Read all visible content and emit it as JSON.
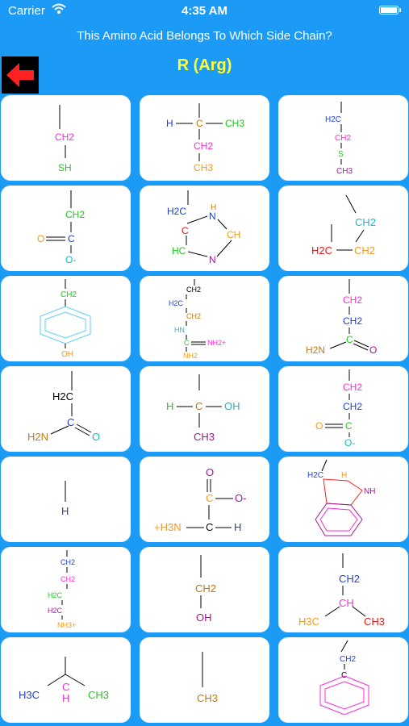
{
  "status_bar": {
    "carrier": "Carrier",
    "time": "4:35 AM",
    "battery_level": 1.0
  },
  "header": {
    "question": "This Amino Acid Belongs To Which Side Chain?",
    "target_label": "R (Arg)"
  },
  "colors": {
    "background": "#1b9bf5",
    "target_text": "#ffff33",
    "back_arrow": "#ff2222"
  },
  "icons": {
    "wifi": "wifi-icon",
    "battery": "battery-icon",
    "back": "back-arrow-icon"
  },
  "cards": [
    {
      "labels": [
        "CH2",
        "SH"
      ]
    },
    {
      "labels": [
        "H",
        "C",
        "CH3",
        "CH2",
        "CH3"
      ]
    },
    {
      "labels": [
        "H2C",
        "CH2",
        "S",
        "CH3"
      ]
    },
    {
      "labels": [
        "CH2",
        "O",
        "C",
        "O-"
      ]
    },
    {
      "labels": [
        "H2C",
        "H",
        "N",
        "C",
        "CH",
        "HC",
        "N"
      ]
    },
    {
      "labels": [
        "CH2",
        "H2C",
        "CH2"
      ]
    },
    {
      "labels": [
        "CH2",
        "OH"
      ]
    },
    {
      "labels": [
        "CH2",
        "H2C",
        "CH2",
        "HN",
        "C",
        "NH2+",
        "NH2"
      ]
    },
    {
      "labels": [
        "CH2",
        "CH2",
        "C",
        "H2N",
        "O"
      ]
    },
    {
      "labels": [
        "H2C",
        "C",
        "H2N",
        "O"
      ]
    },
    {
      "labels": [
        "H",
        "C",
        "OH",
        "CH3"
      ]
    },
    {
      "labels": [
        "CH2",
        "CH2",
        "O",
        "C",
        "O-"
      ]
    },
    {
      "labels": [
        "H"
      ]
    },
    {
      "labels": [
        "O",
        "C",
        "O-",
        "+H3N",
        "C",
        "H"
      ]
    },
    {
      "labels": [
        "H2C",
        "H",
        "NH"
      ]
    },
    {
      "labels": [
        "CH2",
        "CH2",
        "H2C",
        "H2C",
        "NH3+"
      ]
    },
    {
      "labels": [
        "CH2",
        "OH"
      ]
    },
    {
      "labels": [
        "CH2",
        "CH",
        "H3C",
        "CH3"
      ]
    },
    {
      "labels": [
        "H3C",
        "C",
        "H",
        "CH3"
      ]
    },
    {
      "labels": [
        "CH3"
      ]
    },
    {
      "labels": [
        "CH2",
        "C"
      ]
    }
  ]
}
